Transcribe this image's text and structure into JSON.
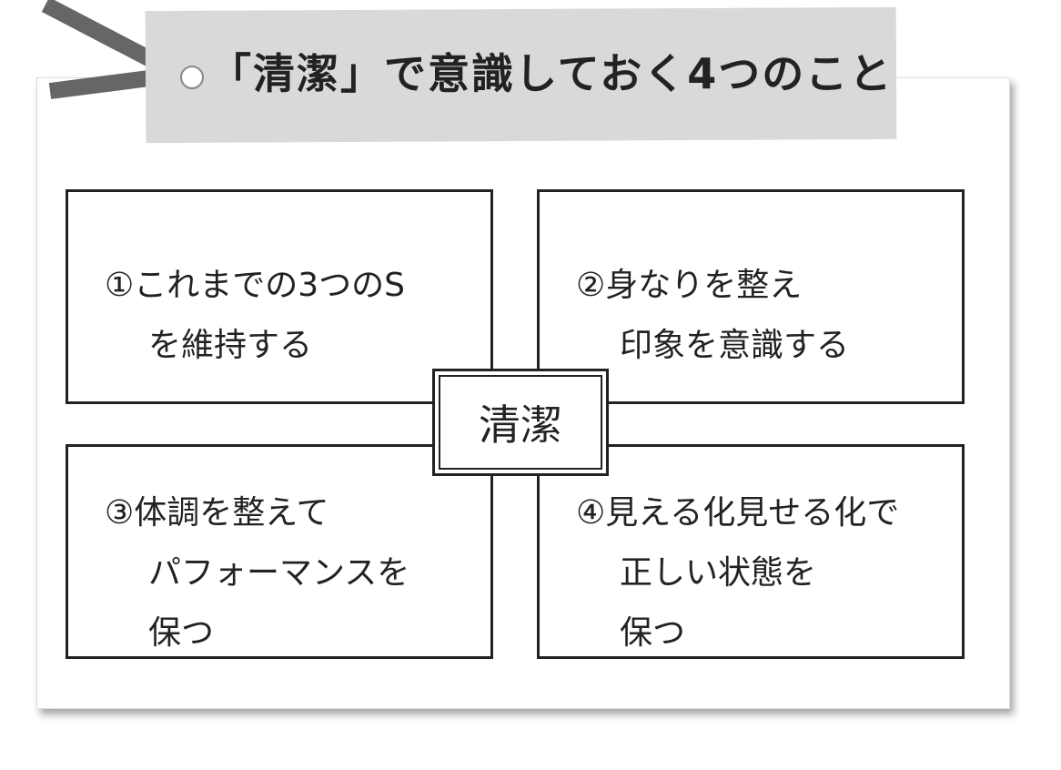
{
  "title": "「清潔」で意識しておく4つのこと",
  "center": "清潔",
  "items": [
    {
      "lines": [
        "①これまでの3つのS",
        "を維持する"
      ]
    },
    {
      "lines": [
        "②身なりを整え",
        "印象を意識する"
      ]
    },
    {
      "lines": [
        "③体調を整えて",
        "パフォーマンスを",
        "保つ"
      ]
    },
    {
      "lines": [
        "④見える化見せる化で",
        "正しい状態を",
        "保つ"
      ]
    }
  ]
}
